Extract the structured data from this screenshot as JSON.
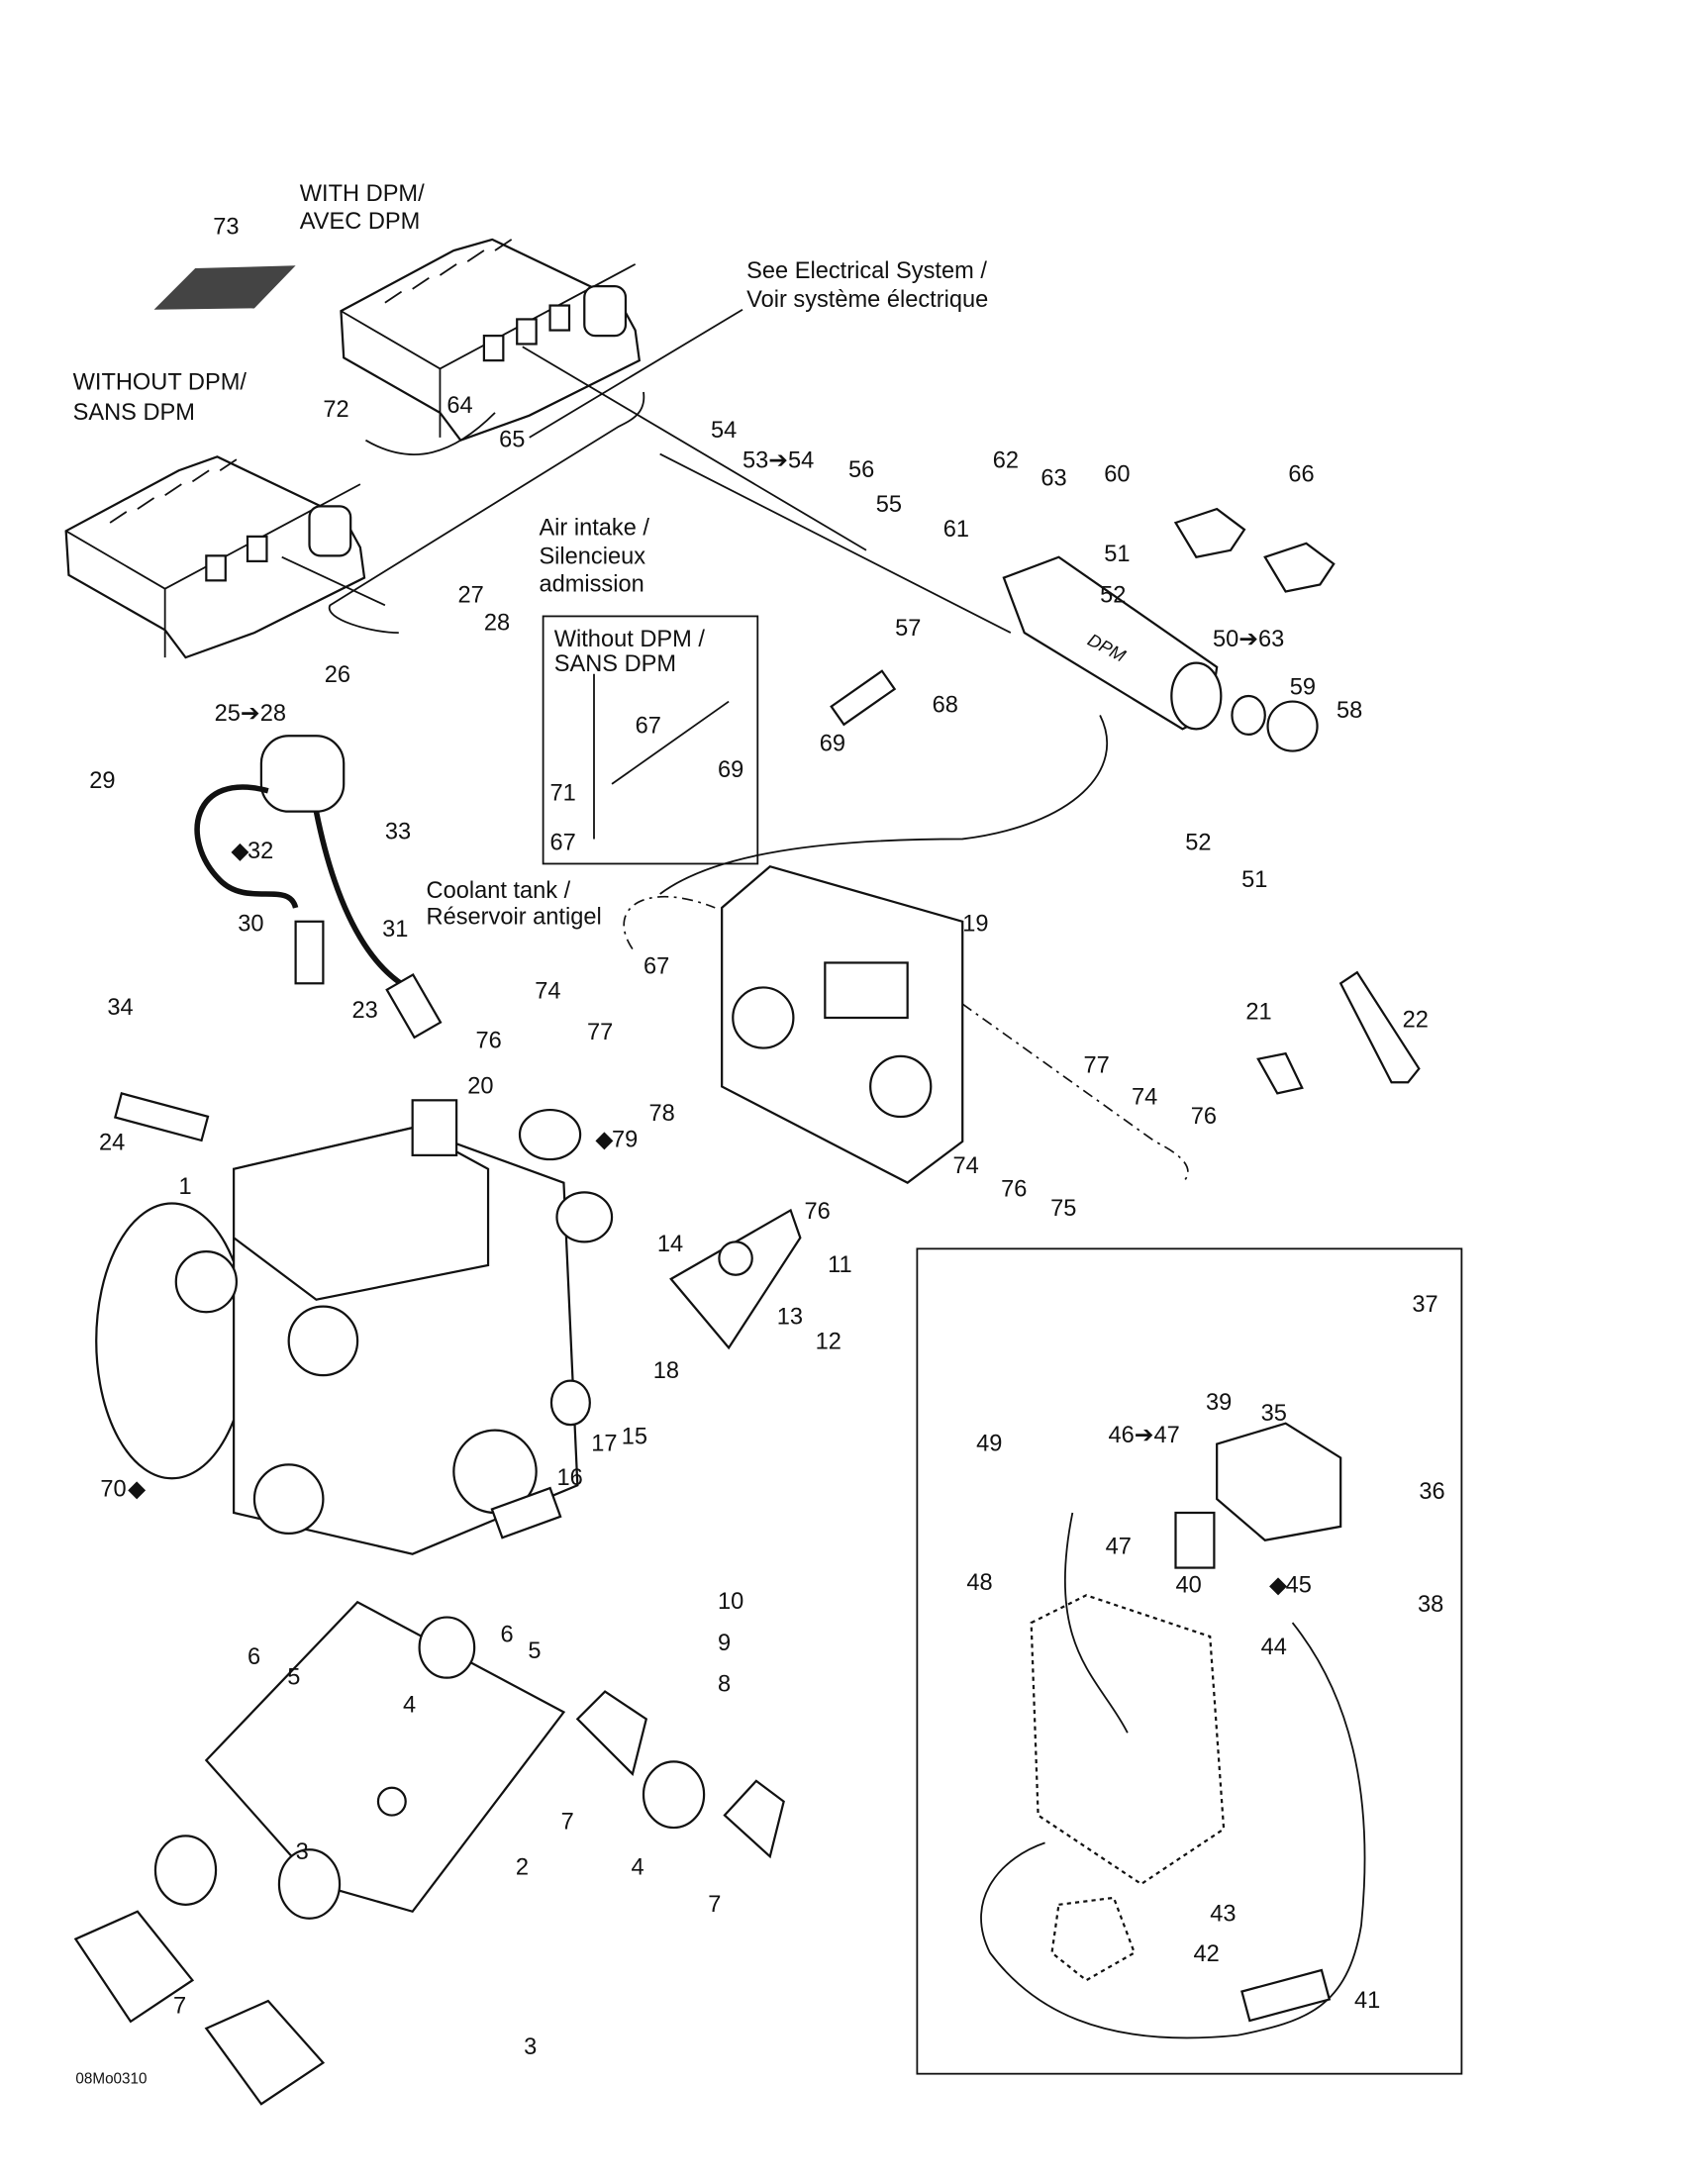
{
  "captions": {
    "with_dpm": [
      "WITH DPM/",
      "AVEC DPM"
    ],
    "without_dpm": [
      "WITHOUT DPM/",
      "SANS DPM"
    ],
    "see_electrical": [
      "See Electrical System /",
      "Voir système électrique"
    ],
    "air_intake": [
      "Air intake /",
      "Silencieux",
      "admission"
    ],
    "without_dpm_box": [
      "Without DPM /",
      "SANS DPM"
    ],
    "coolant_tank": [
      "Coolant tank /",
      "Réservoir antigel"
    ],
    "drawing_code": "08Mo0310",
    "logo_text": "DPM"
  },
  "callouts": [
    "73",
    "72",
    "64",
    "65",
    "54",
    "53➔54",
    "56",
    "55",
    "62",
    "63",
    "60",
    "61",
    "51",
    "52",
    "57",
    "50➔63",
    "59",
    "58",
    "66",
    "68",
    "69",
    "69",
    "67",
    "71",
    "67",
    "52",
    "51",
    "27",
    "28",
    "26",
    "25➔28",
    "29",
    "33",
    "32",
    "30",
    "31",
    "19",
    "67",
    "76",
    "74",
    "77",
    "34",
    "23",
    "20",
    "21",
    "22",
    "77",
    "74",
    "76",
    "78",
    "79",
    "24",
    "1",
    "74",
    "76",
    "76",
    "75",
    "11",
    "14",
    "13",
    "12",
    "18",
    "15",
    "17",
    "16",
    "70",
    "10",
    "9",
    "8",
    "6",
    "5",
    "6",
    "5",
    "4",
    "7",
    "4",
    "7",
    "3",
    "2",
    "7",
    "3",
    "37",
    "39",
    "35",
    "49",
    "46➔47",
    "36",
    "47",
    "48",
    "40",
    "45",
    "38",
    "44",
    "43",
    "42",
    "41"
  ],
  "drop_icon_callouts": [
    "32",
    "79",
    "70",
    "45"
  ]
}
